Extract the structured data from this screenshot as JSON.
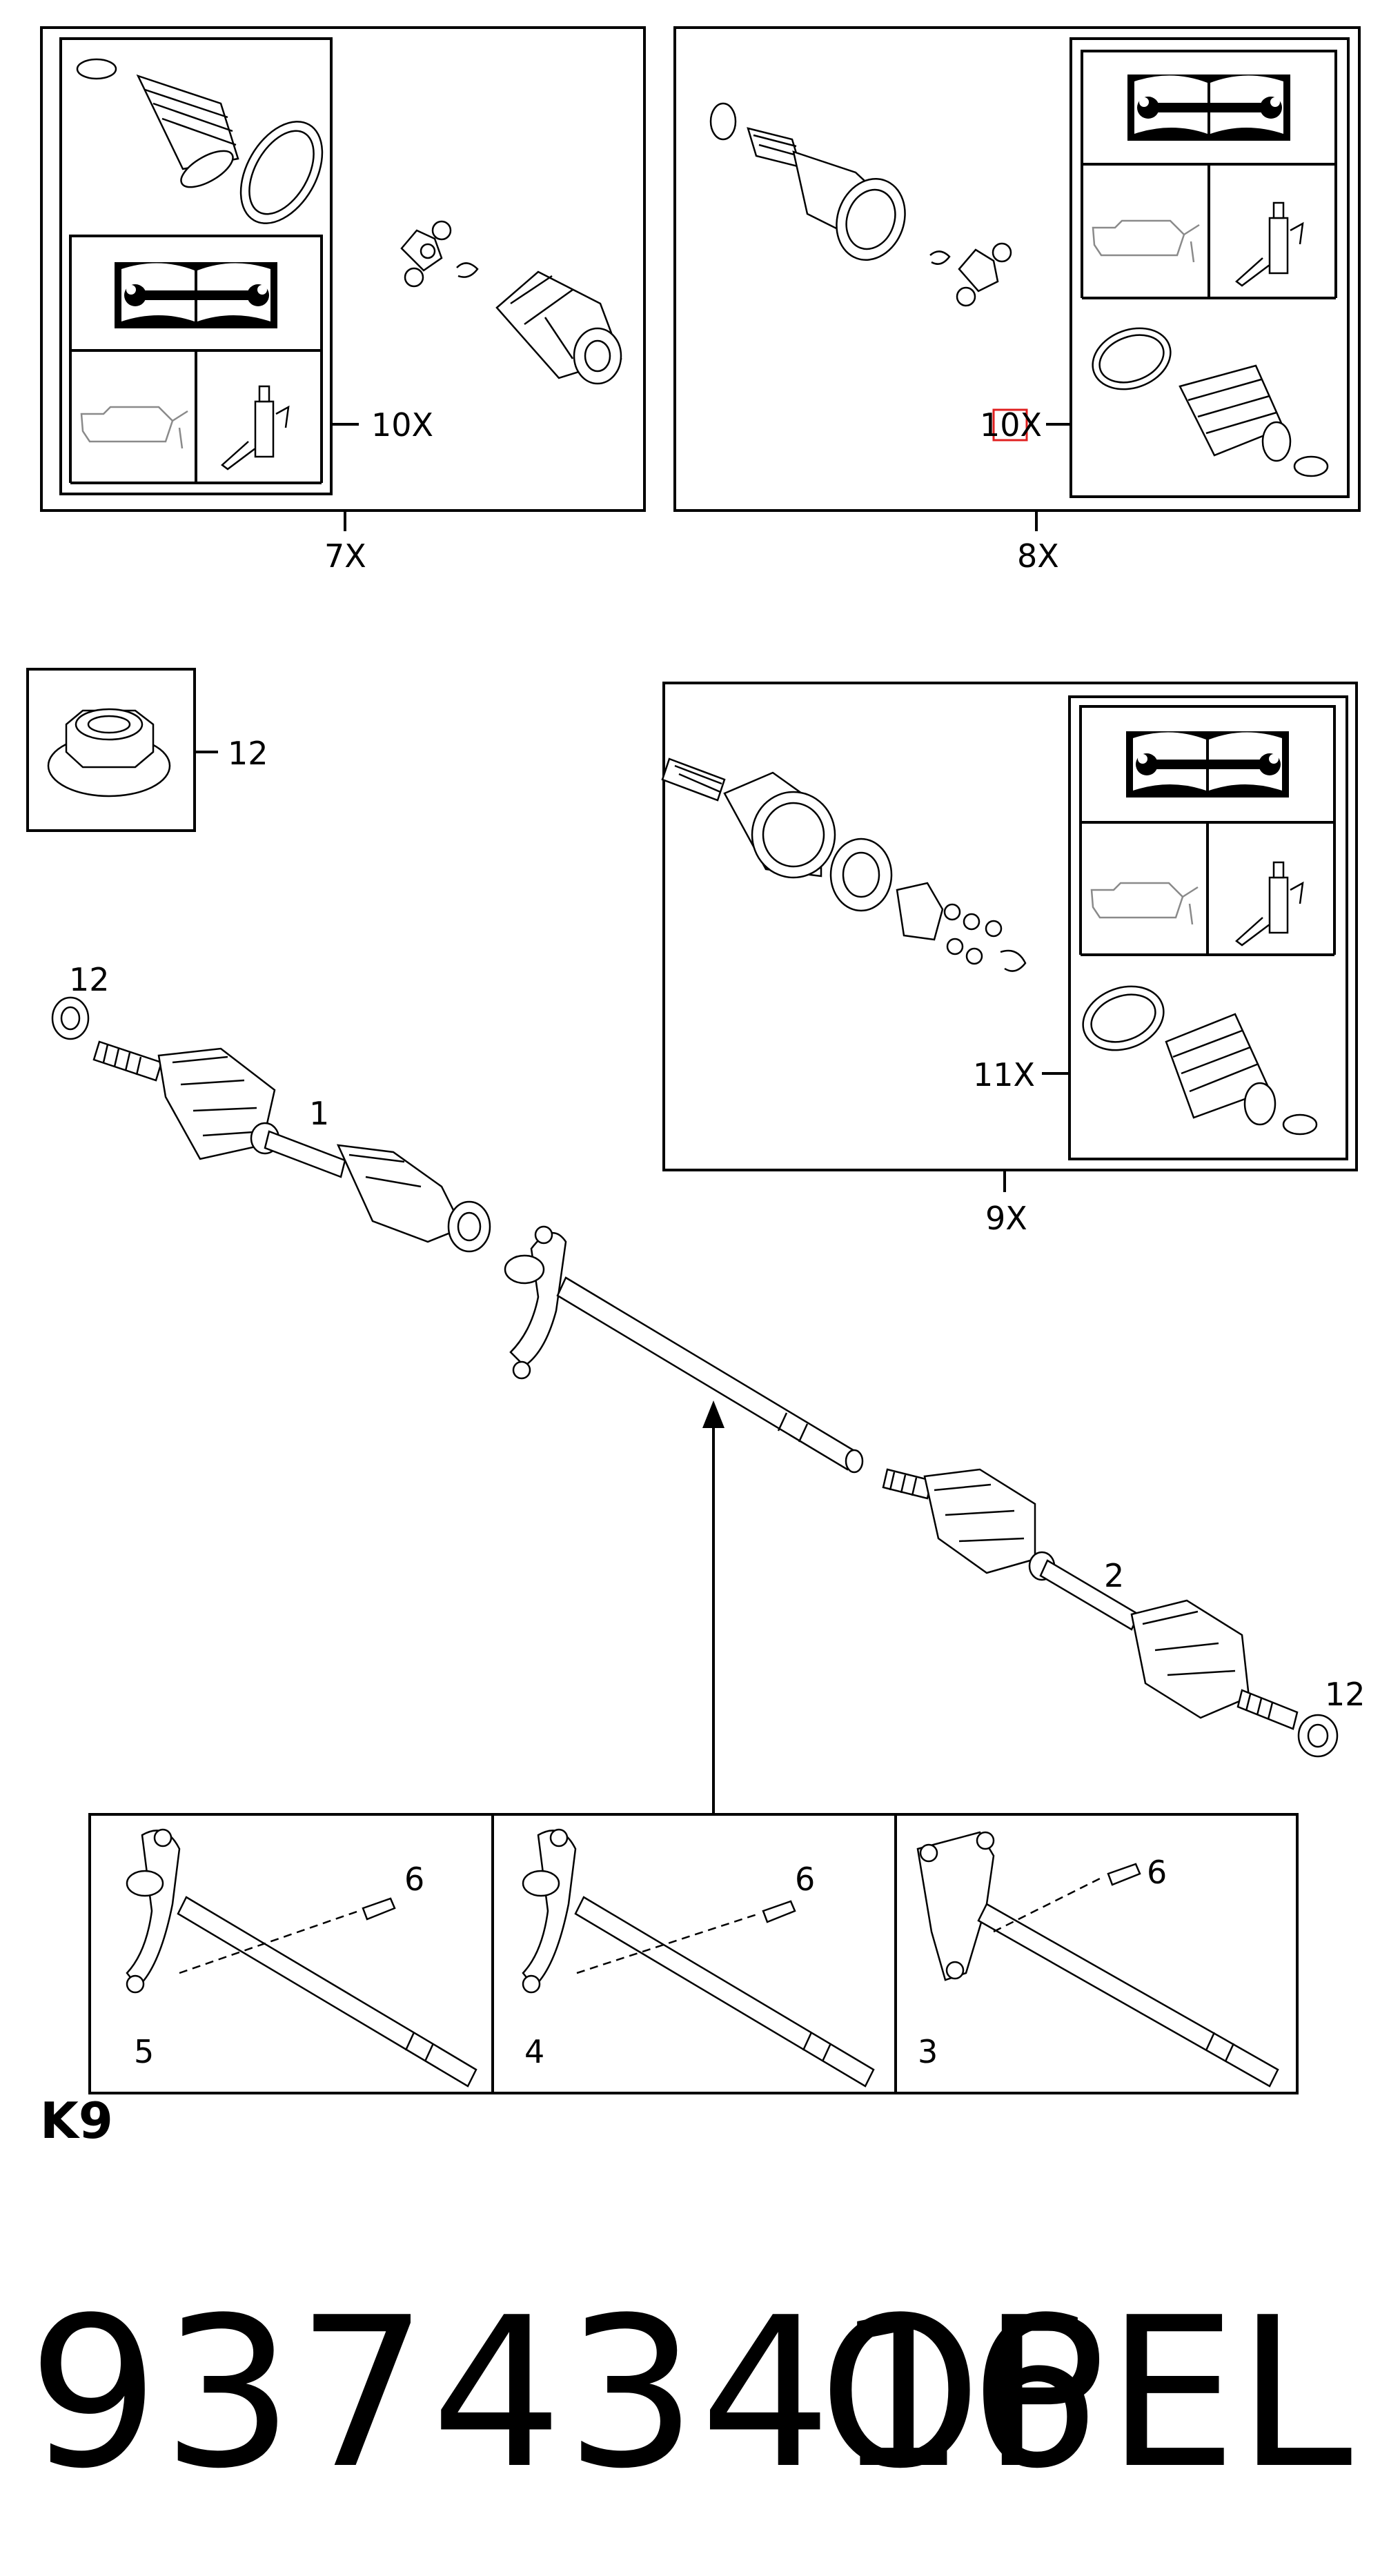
{
  "diagram_code": "K9",
  "part_number": "93743416",
  "brand": "OPEL",
  "callouts": {
    "box_7x": "7X",
    "box_8x": "8X",
    "box_9x": "9X",
    "kit_10x_left": "10X",
    "kit_10x_right": "10X",
    "kit_11x": "11X",
    "nut_box": "12",
    "nut_left": "12",
    "nut_right": "12",
    "shaft_1": "1",
    "shaft_2": "2",
    "variant_5": "5",
    "variant_4": "4",
    "variant_3": "3",
    "bolt_a": "6",
    "bolt_b": "6",
    "bolt_c": "6"
  },
  "highlight_color": "#e02020"
}
